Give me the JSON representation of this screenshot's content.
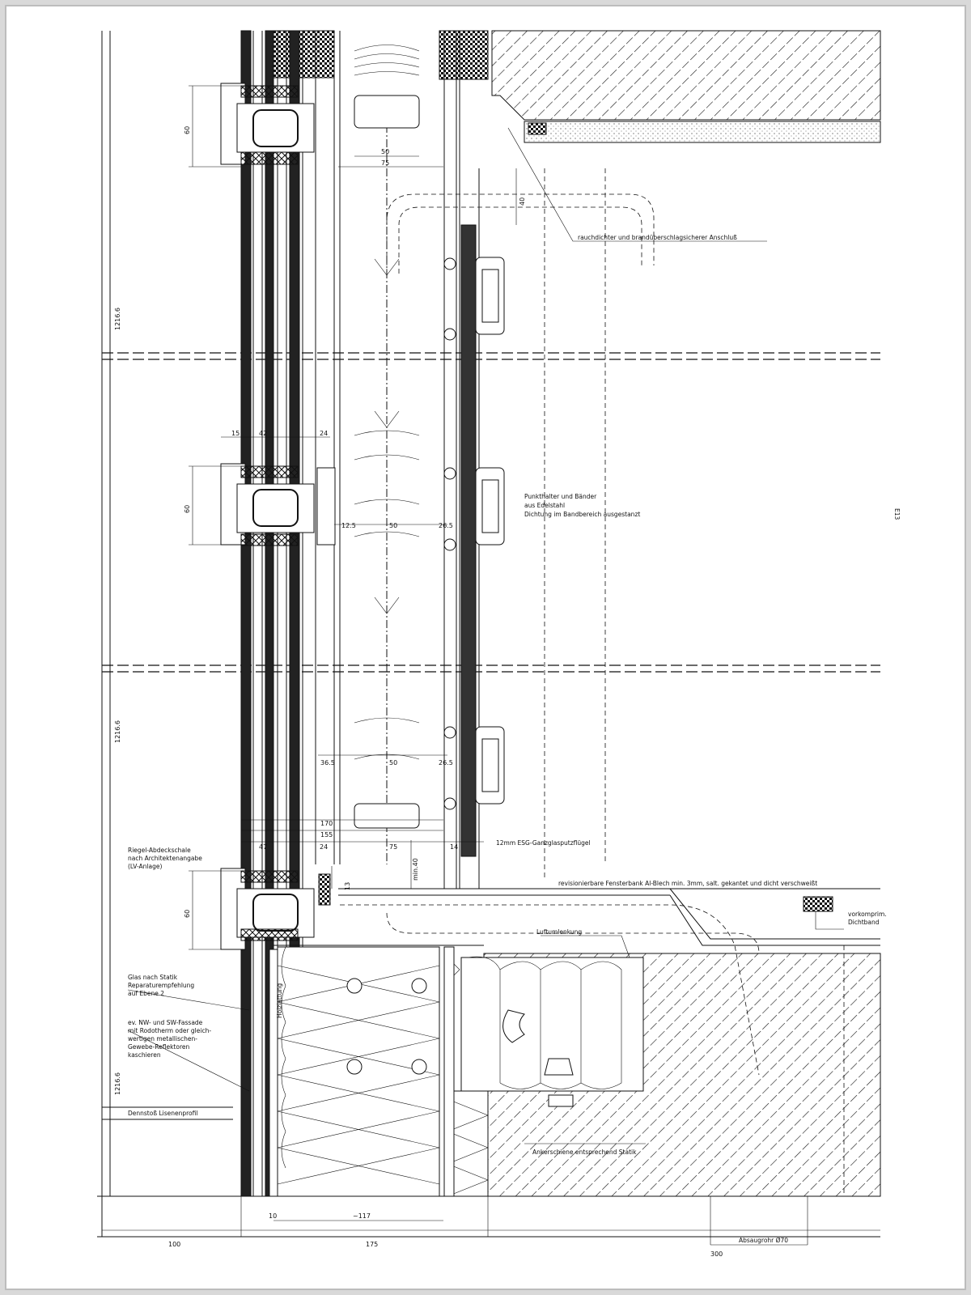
{
  "notes": {
    "rauchdicht": "rauchdichter und brandüberschlagsicherer Anschluß",
    "punkthalter_1": "Punkthalter und Bänder",
    "punkthalter_2": "aus Edelstahl",
    "punkthalter_3": "Dichtung im Bandbereich ausgestanzt",
    "esg": "12mm ESG-Ganzglasputzflügel",
    "riegel_1": "Riegel-Abdeckschale",
    "riegel_2": "nach Architektenangabe",
    "riegel_3": "(LV-Anlage)",
    "revision": "revisionierbare Fensterbank Al-Blech min. 3mm, salt. gekantet und dicht verschweißt",
    "luftumlenkung": "Luftumlenkung",
    "vorkomprim_1": "vorkomprim.",
    "vorkomprim_2": "Dichtband",
    "glas_1": "Glas nach Statik",
    "glas_2": "Reparaturempfehlung",
    "glas_3": "auf Ebene 2",
    "nw_1": "ev. NW- und SW-Fassade",
    "nw_2": "mit Rodotherm oder gleich-",
    "nw_3": "wertigen metallischen-",
    "nw_4": "Gewebe-Reflektoren",
    "nw_5": "kaschieren",
    "dennstoss": "Dennstoß Lisenenprofil",
    "anker": "Ankerschiene entsprechend Statik",
    "absaug": "Absaugrohr Ø70",
    "right_mark": "E13",
    "vert_strip": "Holzlattung"
  },
  "dims": {
    "d60_top": "60",
    "d60_mid": "60",
    "d60_bot": "60",
    "d50_top": "50",
    "d75_top": "75",
    "d40_top": "40",
    "d1216_1": "1216.6",
    "d1216_2": "1216.6",
    "d1216_3": "1216.6",
    "d15": "15",
    "d42": "42",
    "d24_mid": "24",
    "d12_5": "12.5",
    "d50_mid": "50",
    "d26_5_mid": "26.5",
    "d36_5": "36.5",
    "d50_low": "50",
    "d26_5_low": "26.5",
    "d170": "170",
    "d155": "155",
    "d47": "47",
    "d24_low": "24",
    "d75_low": "75",
    "d14": "14",
    "d_min40": "min.40",
    "d13": "13",
    "d10": "10",
    "d117": "~117",
    "d100": "100",
    "d175": "175",
    "d300": "300"
  }
}
